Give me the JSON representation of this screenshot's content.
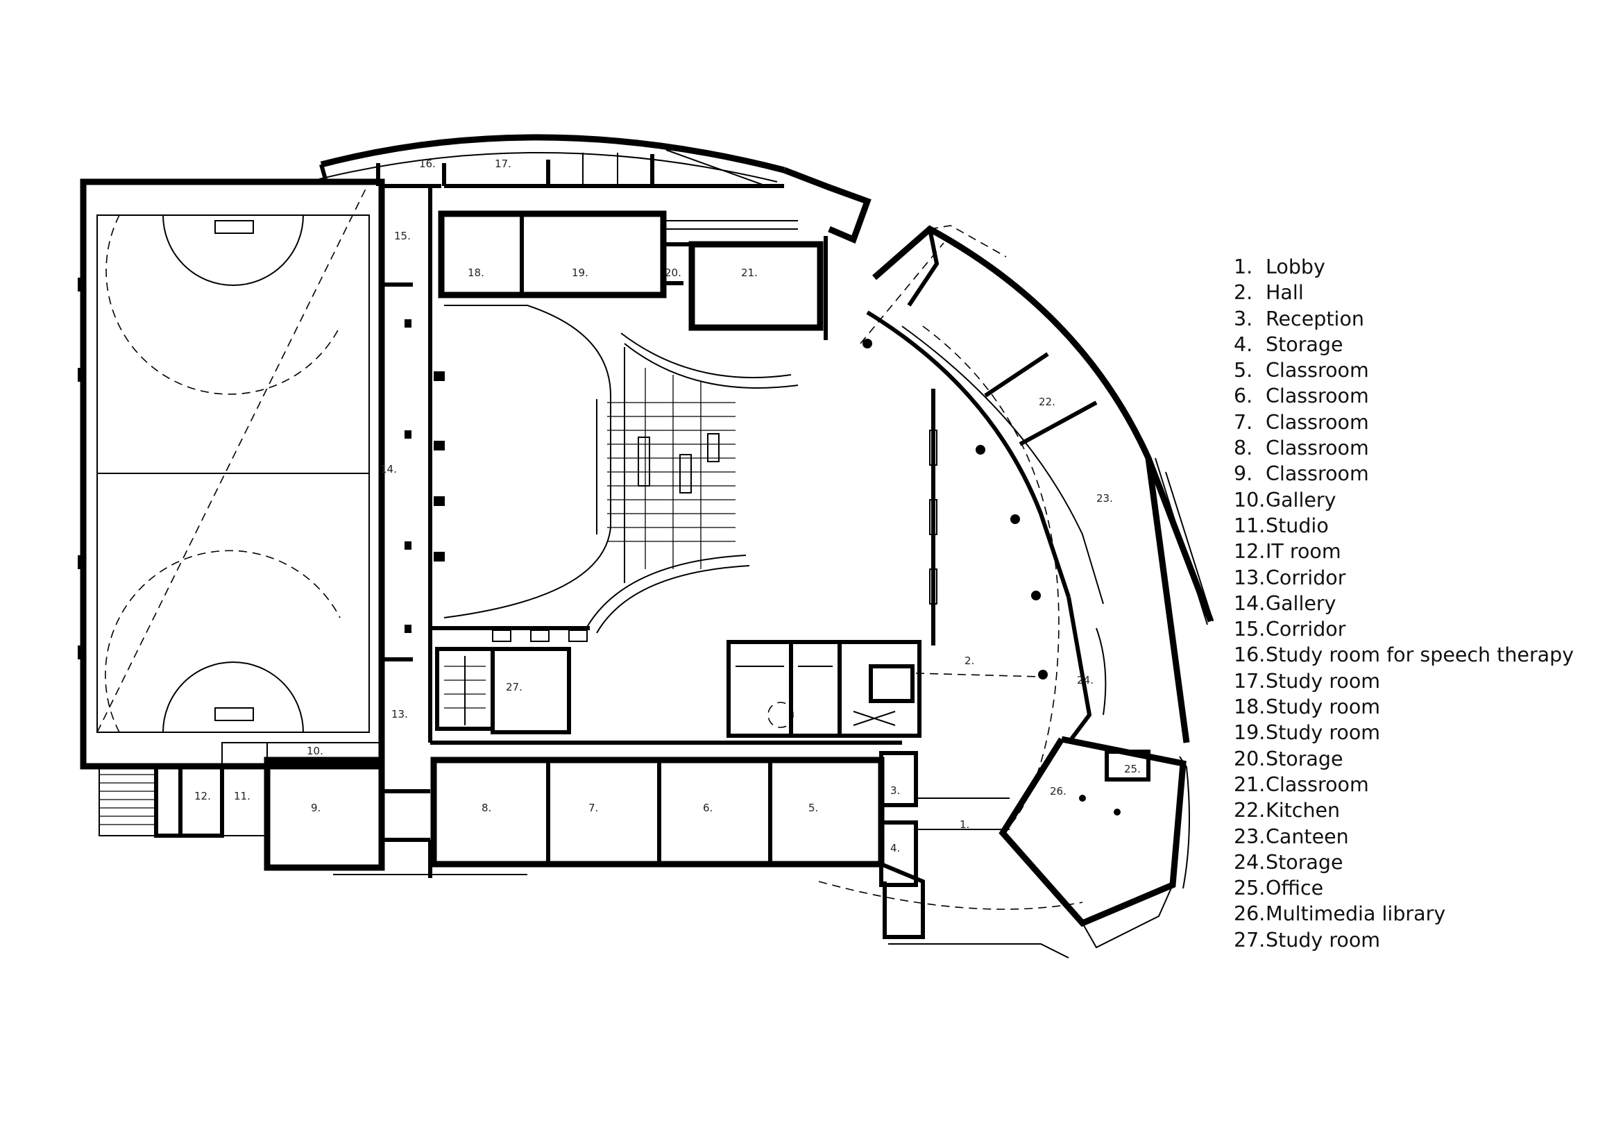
{
  "rooms": [
    {
      "num": "1.",
      "name": "Lobby"
    },
    {
      "num": "2.",
      "name": "Hall"
    },
    {
      "num": "3.",
      "name": "Reception"
    },
    {
      "num": "4.",
      "name": "Storage"
    },
    {
      "num": "5.",
      "name": "Classroom"
    },
    {
      "num": "6.",
      "name": "Classroom"
    },
    {
      "num": "7.",
      "name": "Classroom"
    },
    {
      "num": "8.",
      "name": "Classroom"
    },
    {
      "num": "9.",
      "name": "Classroom"
    },
    {
      "num": "10.",
      "name": "Gallery"
    },
    {
      "num": "11.",
      "name": "Studio"
    },
    {
      "num": "12.",
      "name": "IT room"
    },
    {
      "num": "13.",
      "name": "Corridor"
    },
    {
      "num": "14.",
      "name": "Gallery"
    },
    {
      "num": "15.",
      "name": "Corridor"
    },
    {
      "num": "16.",
      "name": "Study room for speech therapy"
    },
    {
      "num": "17.",
      "name": "Study room"
    },
    {
      "num": "18.",
      "name": "Study room"
    },
    {
      "num": "19.",
      "name": "Study room"
    },
    {
      "num": "20.",
      "name": "Storage"
    },
    {
      "num": "21.",
      "name": "Classroom"
    },
    {
      "num": "22.",
      "name": "Kitchen"
    },
    {
      "num": "23.",
      "name": "Canteen"
    },
    {
      "num": "24.",
      "name": "Storage"
    },
    {
      "num": "25.",
      "name": "Office"
    },
    {
      "num": "26.",
      "name": "Multimedia library"
    },
    {
      "num": "27.",
      "name": "Study room"
    }
  ],
  "line_color": "#000000"
}
